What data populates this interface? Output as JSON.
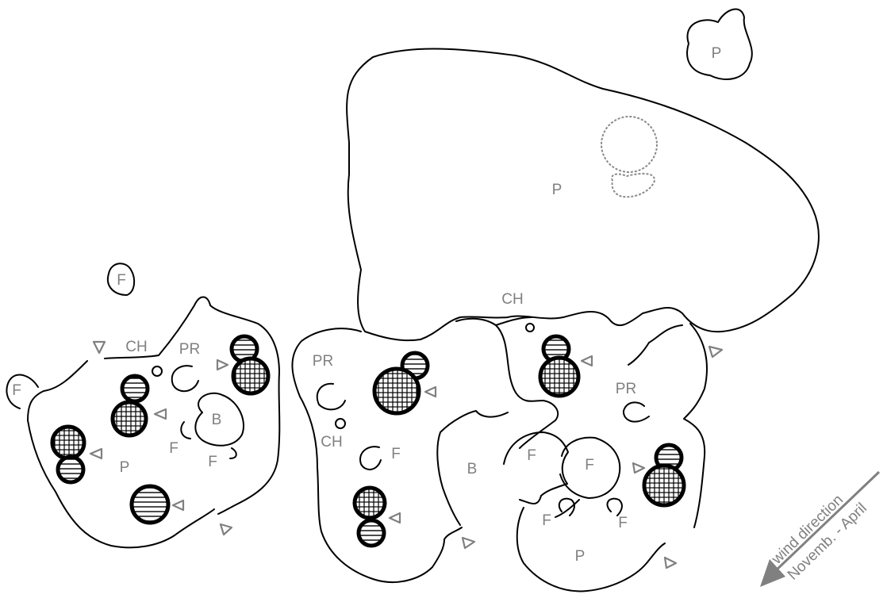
{
  "labels": {
    "p_top_right": "P",
    "p_big": "P",
    "ch_top": "CH",
    "f_small": "F",
    "f_left_edge": "F",
    "ch_left": "CH",
    "pr_left": "PR",
    "b_left": "B",
    "f_left_a": "F",
    "f_left_b": "F",
    "p_left": "P",
    "pr_mid": "PR",
    "ch_mid": "CH",
    "f_mid": "F",
    "b_mid": "B",
    "f_mid2": "F",
    "f_mid3": "F",
    "pr_right": "PR",
    "f_low_a": "F",
    "f_low_b": "F",
    "p_low": "P"
  },
  "wind": {
    "line1": "wind direction",
    "line2": "Novemb. - April"
  },
  "colors": {
    "outline": "#000000",
    "label": "#808080",
    "marker": "#808080"
  }
}
